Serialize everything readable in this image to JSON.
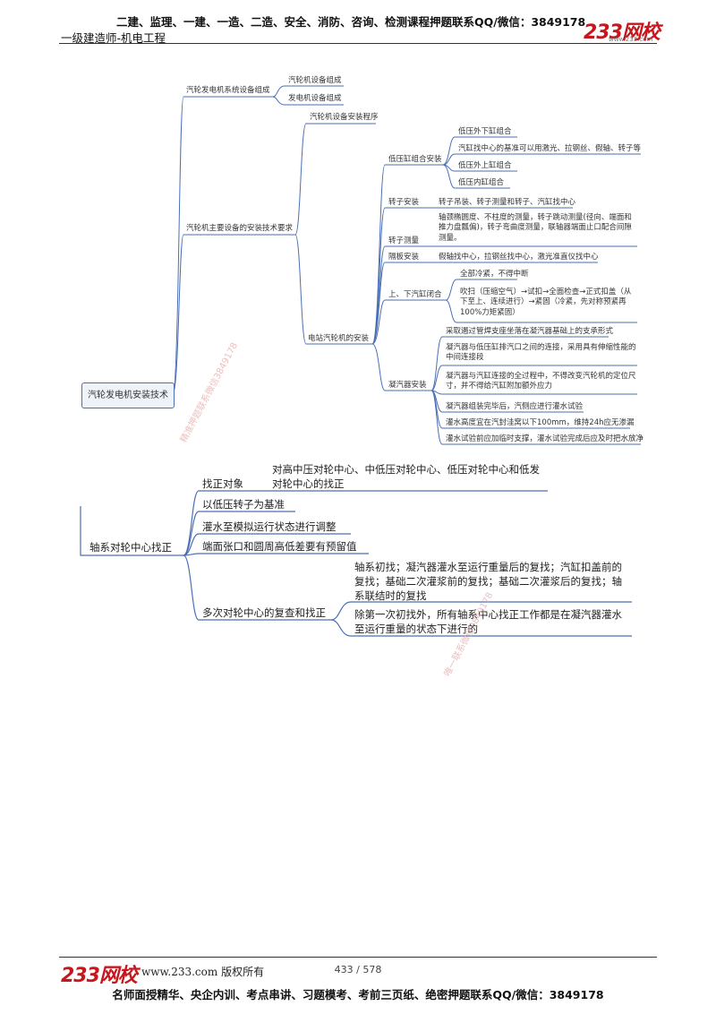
{
  "header": {
    "top_line": "二建、监理、一建、一造、二造、安全、消防、咨询、检测课程押题联系QQ/微信：3849178",
    "subtitle": "一级建造师-机电工程",
    "logo": "233网校",
    "logo_url": "www.233.com"
  },
  "map1": {
    "root": "汽轮发电机安装技术",
    "b1": "汽轮发电机系统设备组成",
    "b1_c1": "汽轮机设备组成",
    "b1_c2": "发电机设备组成",
    "b2": "汽轮机主要设备的安装技术要求",
    "b2_c1": "汽轮机设备安装程序",
    "b2_c2": "电站汽轮机的安装",
    "g1": "低压缸组合安装",
    "g1_items": [
      "低压外下缸组合",
      "汽缸找中心的基准可以用激光、拉钢丝、假轴、转子等",
      "低压外上缸组合",
      "低压内缸组合"
    ],
    "g2": "转子安装",
    "g2_item": "转子吊装、转子测量和转子、汽缸找中心",
    "g3": "转子测量",
    "g3_item": "轴颈椭圆度、不柱度的测量，转子跳动测量(径向、端面和推力盘瓢偏)，转子弯曲度测量，联轴器端面止口配合间隙测量。",
    "g4": "隔板安装",
    "g4_item": "假轴找中心，拉钢丝找中心，激光准直仪找中心",
    "g5": "上、下汽缸闭合",
    "g5_items": [
      "全部冷紧，不得中断",
      "吹扫（压缩空气）→试扣→全面检查→正式扣盖（从下至上、连续进行）→紧固（冷紧，先对称预紧再100%力矩紧固）"
    ],
    "g6": "凝汽器安装",
    "g6_items": [
      "采取遏过管焊支座坐落在凝汽器基础上的支承形式",
      "凝汽器与低压缸排汽口之间的连接，采用具有伸缩性能的中间连接段",
      "凝汽器与汽缸连接的全过程中，不得改变汽轮机的定位尺寸，并不得给汽缸附加额外应力",
      "凝汽器组装完毕后，汽侧应进行灌水试验",
      "灌水高度宜在汽封洼窝以下100mm，维持24h应无渗漏",
      "灌水试验前应加临时支撑，灌水试验完成后应及时把水放净"
    ]
  },
  "map2": {
    "root": "轴系对轮中心找正",
    "c1": "找正对象",
    "c1_desc": "对高中压对轮中心、中低压对轮中心、低压对轮中心和低发对轮中心的找正",
    "c2": "以低压转子为基准",
    "c3": "灌水至模拟运行状态进行调整",
    "c4": "端面张口和圆周高低差要有预留值",
    "c5": "多次对轮中心的复查和找正",
    "c5_d1": "轴系初找；凝汽器灌水至运行重量后的复找；汽缸扣盖前的复找；基础二次灌浆前的复找；基础二次灌浆后的复找；轴系联结时的复找",
    "c5_d2": "除第一次初找外，所有轴系中心找正工作都是在凝汽器灌水至运行重量的状态下进行的"
  },
  "watermarks": [
    "精准押题联系微信3849178",
    "唯一联系微信3849178"
  ],
  "footer": {
    "logo": "233网校",
    "copyright": "www.233.com 版权所有",
    "page": "433 / 578",
    "bottom_line": "名师面授精华、央企内训、考点串讲、习题模考、考前三页纸、绝密押题联系QQ/微信：3849178"
  },
  "colors": {
    "line": "#4a6fb5",
    "logo": "#c8161d",
    "watermark": "#e6a9a9"
  }
}
